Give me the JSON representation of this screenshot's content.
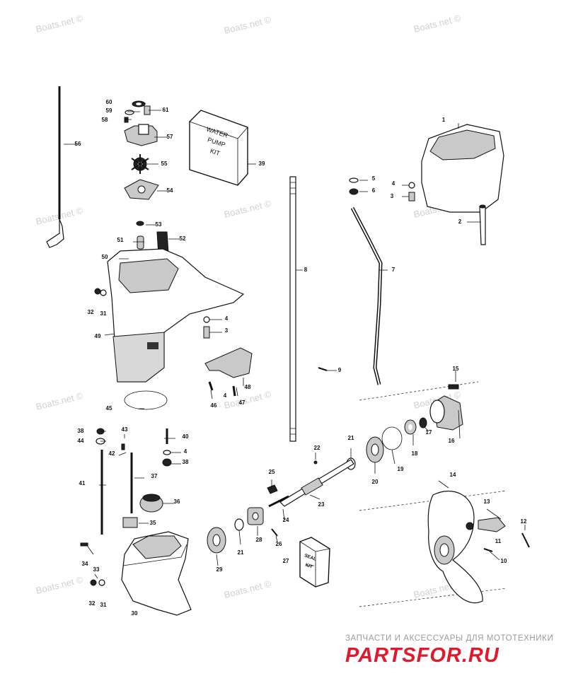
{
  "diagram": {
    "watermark": "Boats.net ©",
    "part_numbers": [
      "1",
      "2",
      "3",
      "4",
      "5",
      "6",
      "7",
      "8",
      "9",
      "10",
      "11",
      "12",
      "13",
      "14",
      "15",
      "16",
      "17",
      "18",
      "19",
      "20",
      "21",
      "22",
      "23",
      "24",
      "25",
      "26",
      "27",
      "28",
      "29",
      "30",
      "31",
      "32",
      "33",
      "34",
      "35",
      "36",
      "37",
      "38",
      "39",
      "40",
      "41",
      "42",
      "43",
      "44",
      "45",
      "46",
      "47",
      "48",
      "49",
      "50",
      "51",
      "52",
      "53",
      "54",
      "55",
      "56",
      "57",
      "58",
      "59",
      "60",
      "61"
    ],
    "water_pump_kit_label": [
      "WATER",
      "PUMP",
      "KIT"
    ],
    "seal_kit_label": [
      "SEAL",
      "KIT"
    ]
  },
  "branding": {
    "tagline": "ЗАПЧАСТИ И АКСЕССУАРЫ ДЛЯ МОТОТЕХНИКИ",
    "logo_text": "PARTSFOR.RU"
  },
  "colors": {
    "line": "#111111",
    "watermark": "#d0d0d0",
    "brand_red": "#e0192b",
    "tagline_grey": "#9a9a9a"
  }
}
